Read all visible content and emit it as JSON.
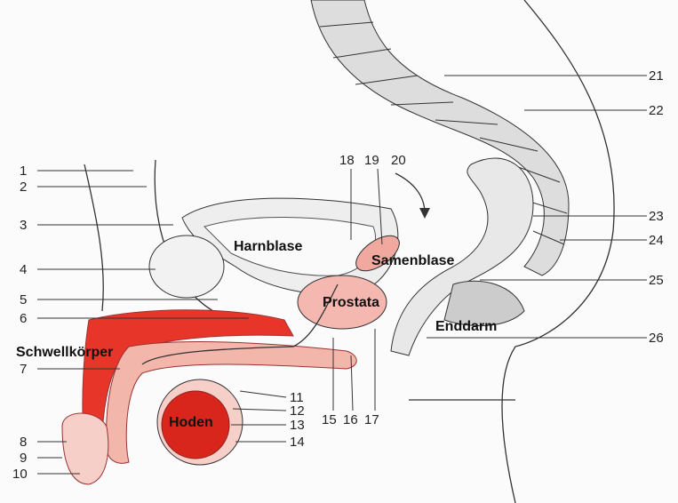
{
  "labels": {
    "harnblase": "Harnblase",
    "samenblase": "Samenblase",
    "prostata": "Prostata",
    "enddarm": "Enddarm",
    "schwellkoerper": "Schwellkörper",
    "hoden": "Hoden"
  },
  "numbers": {
    "n1": "1",
    "n2": "2",
    "n3": "3",
    "n4": "4",
    "n5": "5",
    "n6": "6",
    "n7": "7",
    "n8": "8",
    "n9": "9",
    "n10": "10",
    "n11": "11",
    "n12": "12",
    "n13": "13",
    "n14": "14",
    "n15": "15",
    "n16": "16",
    "n17": "17",
    "n18": "18",
    "n19": "19",
    "n20": "20",
    "n21": "21",
    "n22": "22",
    "n23": "23",
    "n24": "24",
    "n25": "25",
    "n26": "26"
  },
  "colors": {
    "erectile": "#e8352a",
    "prostate": "#f4b8b0",
    "tissue": "#f6cfc8",
    "outline": "#333333"
  }
}
